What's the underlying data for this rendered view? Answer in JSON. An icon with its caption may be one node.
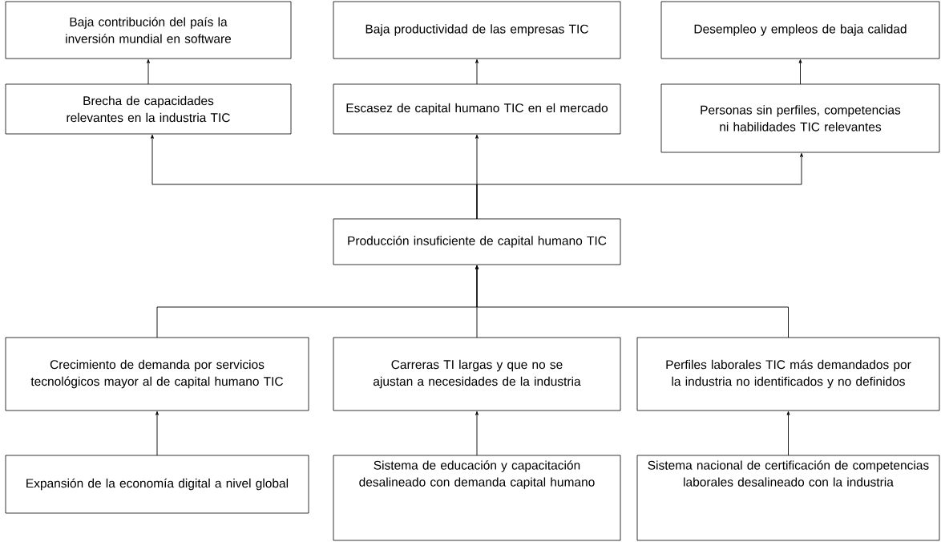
{
  "diagram": {
    "nodes": [
      {
        "text": [
          "Baja contribución del país la inversión mundial en software"
        ]
      },
      {
        "text": [
          "Baja productividad de las empresas TIC"
        ]
      },
      {
        "text": [
          "Desempleo y empleos de baja calidad"
        ]
      },
      {
        "text": [
          "Brecha de capacidades relevantes en la industria TIC"
        ]
      },
      {
        "text": [
          "Escasez de capital humano TIC en el mercado"
        ]
      },
      {
        "text": [
          "Personas sin perfiles, competencias ni habilidades TIC relevantes"
        ]
      },
      {
        "text": [
          "Producción insuficiente de capital humano TIC"
        ]
      },
      {
        "text": [
          "Crecimiento de demanda por servicios tecnológicos mayor al de capital humano TIC"
        ]
      },
      {
        "text": [
          "Carreras TI largas y que no se ajustan a necesidades de la industria"
        ]
      },
      {
        "text": [
          "Perfiles laborales TIC más demandados por la industria no identificados y no definidos"
        ]
      },
      {
        "text": [
          "Expansión de la economía digital a nivel global"
        ]
      },
      {
        "text": [
          "Sistema de educación y capacitación desalineado con demanda capital humano"
        ]
      },
      {
        "text": [
          "Sistema nacional de certificación de competencias laborales desalineado con la industria"
        ]
      }
    ],
    "edges": [
      {
        "from": 3,
        "to": 0,
        "arrow": "to"
      },
      {
        "from": 4,
        "to": 1,
        "arrow": "to"
      },
      {
        "from": 5,
        "to": 2,
        "arrow": "to"
      },
      {
        "from": 6,
        "to": 3,
        "arrow": "to"
      },
      {
        "from": 6,
        "to": 4,
        "arrow": "to"
      },
      {
        "from": 6,
        "to": 5,
        "arrow": "to"
      },
      {
        "from": 7,
        "to": 6,
        "arrow": "to"
      },
      {
        "from": 8,
        "to": 6,
        "arrow": "to"
      },
      {
        "from": 9,
        "to": 6,
        "arrow": "to"
      },
      {
        "from": 10,
        "to": 7,
        "arrow": "to"
      },
      {
        "from": 11,
        "to": 8,
        "arrow": "to"
      },
      {
        "from": 12,
        "to": 9,
        "arrow": "to"
      }
    ]
  }
}
